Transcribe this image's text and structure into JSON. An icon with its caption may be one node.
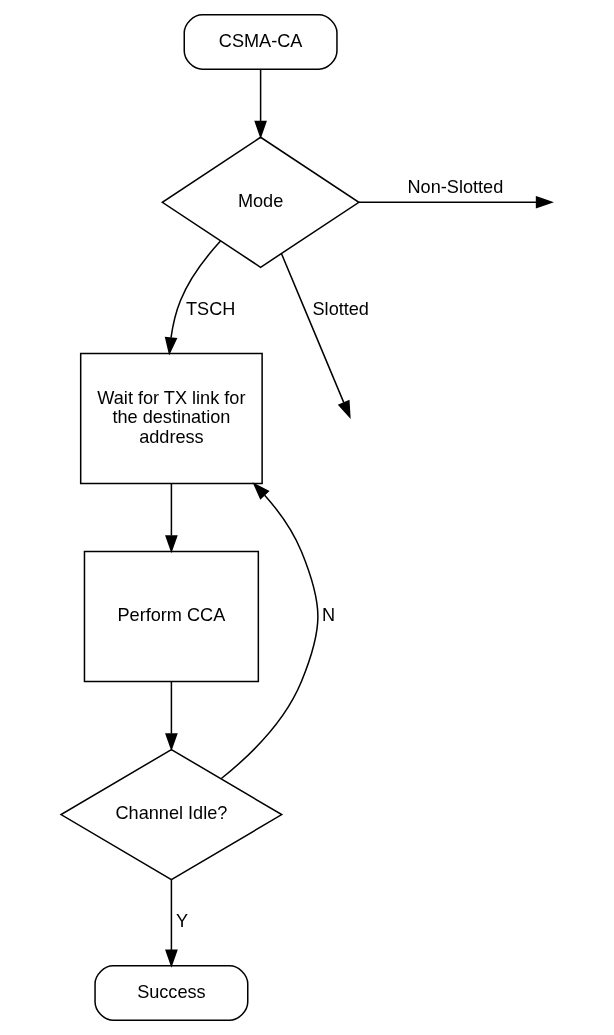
{
  "diagram": {
    "nodes": [
      {
        "text": [
          "CSMA-CA"
        ]
      },
      {
        "text": [
          "Mode"
        ]
      },
      {
        "text": [
          "Wait for TX link for the destination address"
        ]
      },
      {
        "text": [
          "Perform CCA"
        ]
      },
      {
        "text": [
          "Channel Idle?"
        ]
      },
      {
        "text": [
          "Success"
        ]
      }
    ],
    "edges": [
      {
        "from": 0,
        "to": 1,
        "arrow": "to"
      },
      {
        "from": 1,
        "to": 2,
        "arrow": "to",
        "label": "TSCH"
      },
      {
        "from": 1,
        "to": null,
        "arrow": "to",
        "label": "Non-Slotted"
      },
      {
        "from": 1,
        "to": null,
        "arrow": "to",
        "label": "Slotted"
      },
      {
        "from": 2,
        "to": 3,
        "arrow": "to"
      },
      {
        "from": 3,
        "to": 4,
        "arrow": "to"
      },
      {
        "from": 4,
        "to": 2,
        "arrow": "to",
        "label": "N"
      },
      {
        "from": 4,
        "to": 5,
        "arrow": "to",
        "label": "Y"
      }
    ]
  }
}
